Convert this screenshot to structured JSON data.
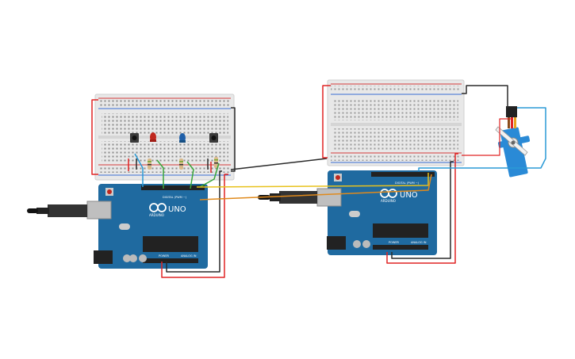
{
  "workspace": {
    "background": "#ffffff"
  },
  "colors": {
    "board": "#1f6aa0",
    "board_dark": "#174f78",
    "breadboard": "#e6e6e6",
    "rail_red": "#d33a3a",
    "rail_blue": "#3a6ed3",
    "wire_black": "#2a2a2a",
    "wire_red": "#e02424",
    "wire_yellow": "#e8c21c",
    "wire_orange": "#e08a1c",
    "wire_green": "#3aa63a",
    "wire_blue": "#2a9ad6",
    "led_red": "#c0281e",
    "led_blue": "#1f5fa8",
    "servo": "#2a8ad6"
  },
  "arduino_left": {
    "brand": "ARDUINO",
    "model": "UNO",
    "digital_label": "DIGITAL (PWM ~)",
    "power_label": "POWER",
    "analog_label": "ANALOG IN"
  },
  "arduino_right": {
    "brand": "ARDUINO",
    "model": "UNO",
    "digital_label": "DIGITAL (PWM ~)",
    "power_label": "POWER",
    "analog_label": "ANALOG IN"
  },
  "components": {
    "led_left": "red-led",
    "led_right": "blue-led",
    "servo": "servo-motor",
    "buttons": [
      "pushbutton",
      "pushbutton"
    ]
  }
}
